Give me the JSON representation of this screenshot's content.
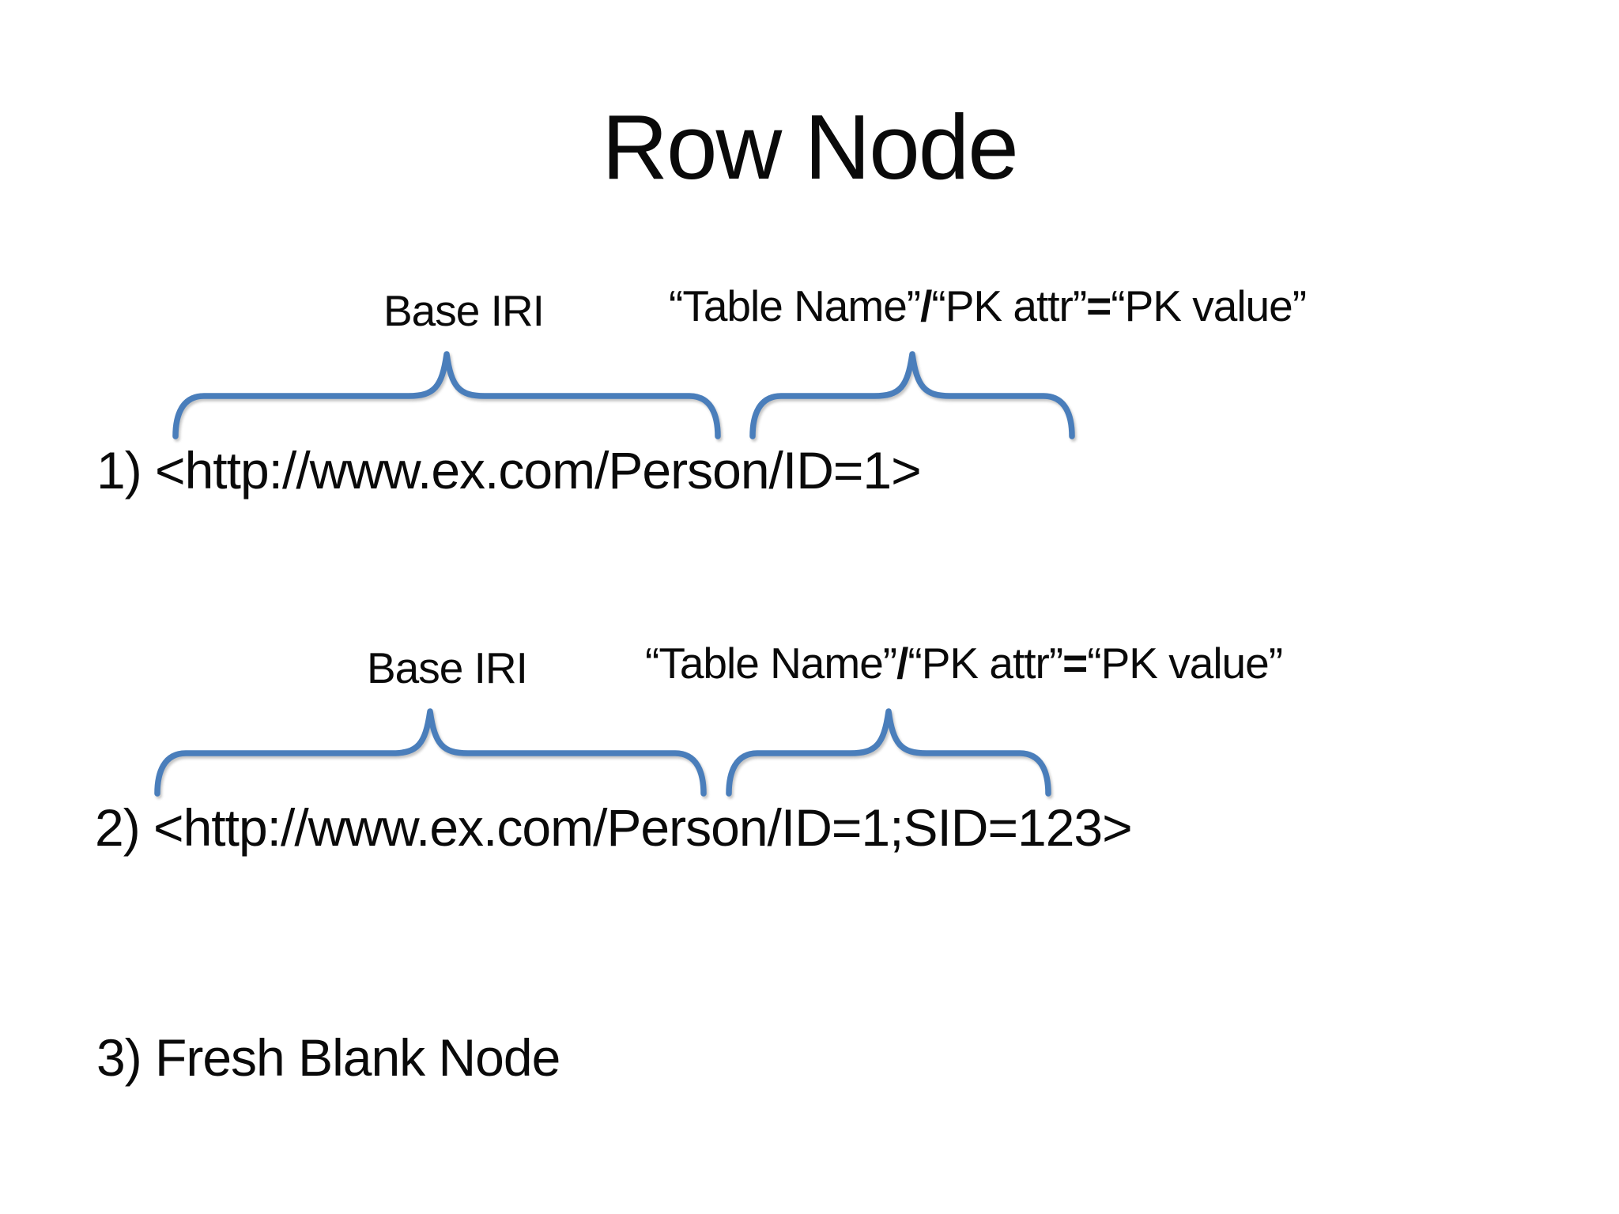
{
  "title": "Row Node",
  "brace_color": "#4a7ebb",
  "groups": [
    {
      "base_iri_label": "Base IRI",
      "pattern": {
        "table_name": "“Table Name”",
        "slash": "/",
        "pk_attr": "“PK attr”",
        "equals": "=",
        "pk_value": "“PK value”"
      },
      "example": "1) <http://www.ex.com/Person/ID=1>"
    },
    {
      "base_iri_label": "Base IRI",
      "pattern": {
        "table_name": "“Table Name”",
        "slash": "/",
        "pk_attr": "“PK attr”",
        "equals": "=",
        "pk_value": "“PK value”"
      },
      "example": "2) <http://www.ex.com/Person/ID=1;SID=123>"
    }
  ],
  "item_three": "3) Fresh Blank Node"
}
